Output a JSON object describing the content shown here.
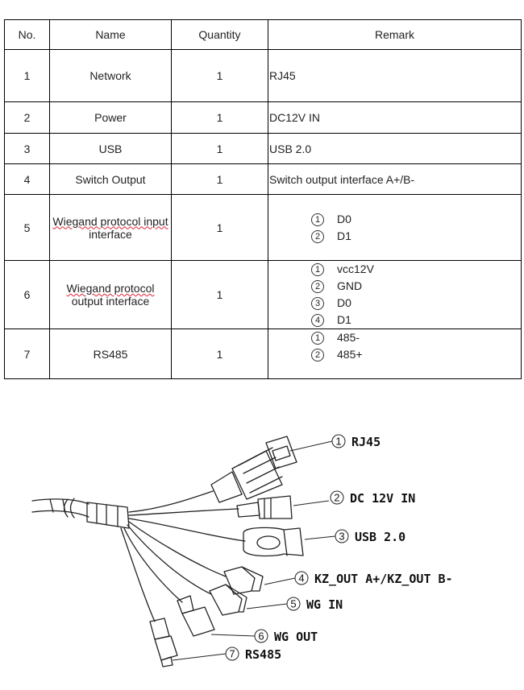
{
  "table": {
    "headers": {
      "no": "No.",
      "name": "Name",
      "quantity": "Quantity",
      "remark": "Remark"
    },
    "rows": [
      {
        "no": "1",
        "name": "Network",
        "quantity": "1",
        "remark": "RJ45"
      },
      {
        "no": "2",
        "name": "Power",
        "quantity": "1",
        "remark": "DC12V IN"
      },
      {
        "no": "3",
        "name": "USB",
        "quantity": "1",
        "remark": "USB 2.0"
      },
      {
        "no": "4",
        "name": "Switch Output",
        "quantity": "1",
        "remark": "Switch output interface A+/B-"
      },
      {
        "no": "5",
        "name_line1": "Wiegand protocol input",
        "name_line2": "interface",
        "quantity": "1",
        "remark_items": [
          {
            "n": "1",
            "t": "D0"
          },
          {
            "n": "2",
            "t": "D1"
          }
        ]
      },
      {
        "no": "6",
        "name_line1": "Wiegand protocol",
        "name_line2": "output interface",
        "quantity": "1",
        "remark_items": [
          {
            "n": "1",
            "t": "vcc12V"
          },
          {
            "n": "2",
            "t": "GND"
          },
          {
            "n": "3",
            "t": "D0"
          },
          {
            "n": "4",
            "t": "D1"
          }
        ]
      },
      {
        "no": "7",
        "name": "RS485",
        "quantity": "1",
        "remark_items": [
          {
            "n": "1",
            "t": "485-"
          },
          {
            "n": "2",
            "t": "485+"
          }
        ]
      }
    ]
  },
  "diagram": {
    "callouts": [
      {
        "n": "1",
        "text": "RJ45"
      },
      {
        "n": "2",
        "text": "DC 12V IN"
      },
      {
        "n": "3",
        "text": "USB 2.0"
      },
      {
        "n": "4",
        "text": "KZ_OUT A+/KZ_OUT B-"
      },
      {
        "n": "5",
        "text": "WG IN"
      },
      {
        "n": "6",
        "text": "WG OUT"
      },
      {
        "n": "7",
        "text": "RS485"
      }
    ]
  }
}
